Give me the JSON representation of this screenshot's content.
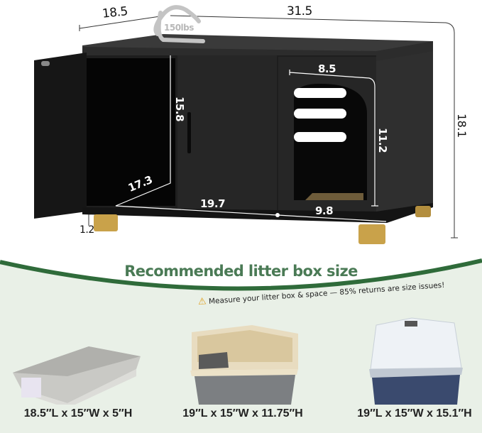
{
  "product": {
    "type": "cat litter box enclosure cabinet",
    "color": "#2a2a2a",
    "leg_color": "#c9a24a"
  },
  "dimensions": {
    "depth": "18.5",
    "width": "31.5",
    "height": "18.1",
    "weight_capacity": "150lbs",
    "interior_height": "15.8",
    "interior_depth": "17.3",
    "interior_width_left": "19.7",
    "interior_width_right": "9.8",
    "entry_width": "8.5",
    "entry_height": "11.2",
    "leg_height": "1.2"
  },
  "section": {
    "title": "Recommended litter box size",
    "warning_icon": "warning-triangle-icon",
    "warning": "Measure your litter box & space — 85% returns are size issues!",
    "accent_color": "#2f6b3a",
    "title_color": "#4a7a55",
    "background": "#e9f0e7"
  },
  "litter_boxes": [
    {
      "type": "open pan",
      "caption": "18.5″L x 15″W x 5″H"
    },
    {
      "type": "high-sided pan",
      "caption": "19″L x 15″W x 11.75″H"
    },
    {
      "type": "hooded box",
      "caption": "19″L x 15″W x 15.1″H"
    }
  ]
}
